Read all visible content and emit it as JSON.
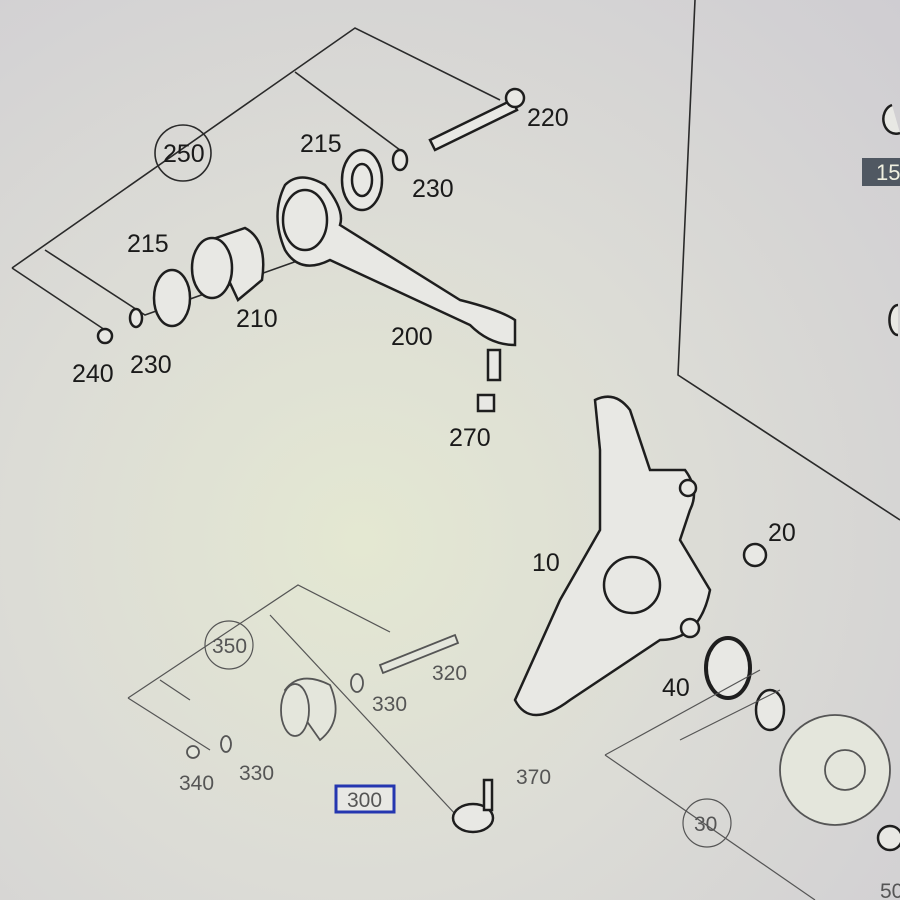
{
  "diagram": {
    "upper_group": {
      "assembly": "250",
      "parts": {
        "p215a": "215",
        "p230a": "230",
        "p220": "220",
        "p215b": "215",
        "p210": "210",
        "p200": "200",
        "p240": "240",
        "p230b": "230",
        "p270": "270"
      }
    },
    "knuckle_group": {
      "p10": "10",
      "p20": "20",
      "p40": "40",
      "hub_assembly": "30",
      "p50": "50"
    },
    "lower_group": {
      "assembly": "350",
      "p320": "320",
      "p330a": "330",
      "p340": "340",
      "p330b": "330",
      "highlighted": "300",
      "p370": "370"
    },
    "side_panel": {
      "p15": "15"
    }
  }
}
